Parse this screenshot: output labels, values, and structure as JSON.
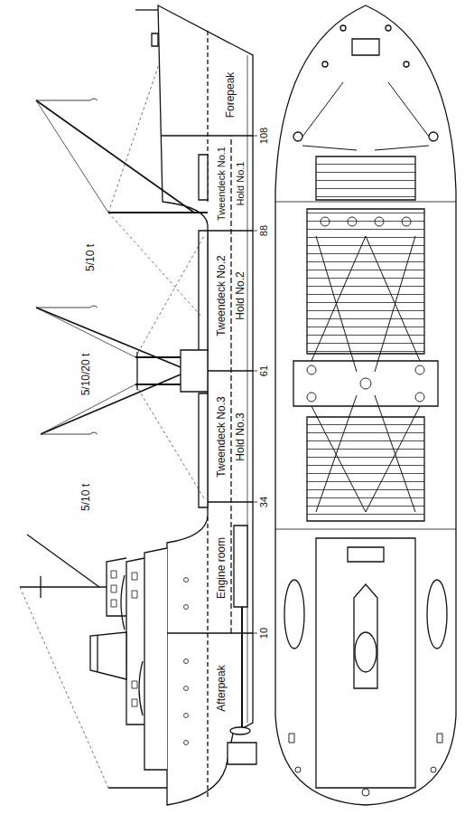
{
  "diagram": {
    "labels": [
      "5/10 t",
      "5/10/20 t",
      "5/10 t",
      "Forepeak",
      "Tweendeck No.1",
      "Hold No.1",
      "Tweendeck No.2",
      "Hold No.2",
      "Tweendeck No.3",
      "Hold No.3",
      "Engine room",
      "Afterpeak",
      "108",
      "88",
      "61",
      "34",
      "10"
    ]
  }
}
